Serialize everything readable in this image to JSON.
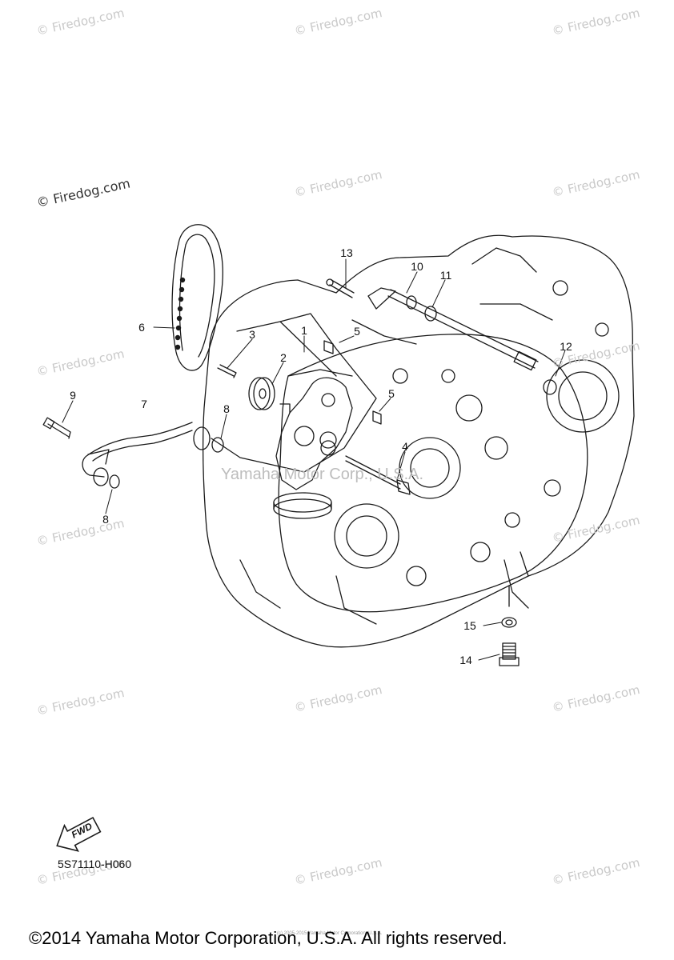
{
  "watermark_text": "© Firedog.com",
  "center_watermark": "Yamaha Motor Corp., U.S.A.",
  "callouts": [
    "1",
    "2",
    "3",
    "4",
    "5",
    "5",
    "6",
    "7",
    "8",
    "8",
    "9",
    "10",
    "11",
    "12",
    "13",
    "14",
    "15"
  ],
  "direction_badge": "FWD",
  "diagram_code": "5S71110-H060",
  "copyright": "©2014 Yamaha Motor Corporation, U.S.A. All rights reserved.",
  "fine_print": "(c) 2005-2015 Yamaha Motor Corporation, U.S.A."
}
